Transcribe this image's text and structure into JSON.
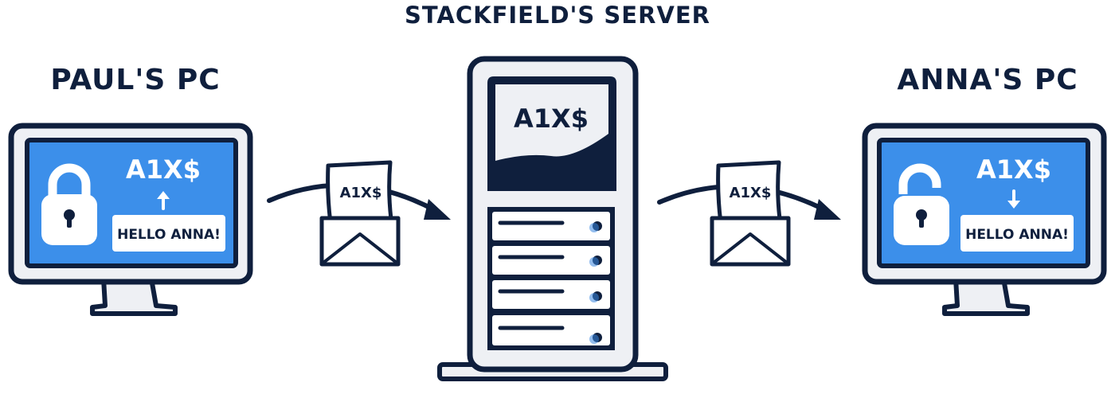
{
  "titles": {
    "server": "STACKFIELD'S SERVER",
    "left_pc": "PAUL'S PC",
    "right_pc": "ANNA'S PC"
  },
  "left_pc": {
    "cipher_text": "A1X$",
    "message": "HELLO ANNA!",
    "lock_state": "locked",
    "arrow_direction": "up"
  },
  "right_pc": {
    "cipher_text": "A1X$",
    "message": "HELLO ANNA!",
    "lock_state": "unlocked",
    "arrow_direction": "down"
  },
  "server": {
    "cipher_text": "A1X$"
  },
  "envelopes": [
    {
      "letter_text": "A1X$"
    },
    {
      "letter_text": "A1X$"
    }
  ],
  "colors": {
    "navy": "#0f1f3d",
    "screen_blue": "#3c8fea",
    "light_gray": "#eef0f4",
    "accent_blue": "#3b86e0"
  }
}
